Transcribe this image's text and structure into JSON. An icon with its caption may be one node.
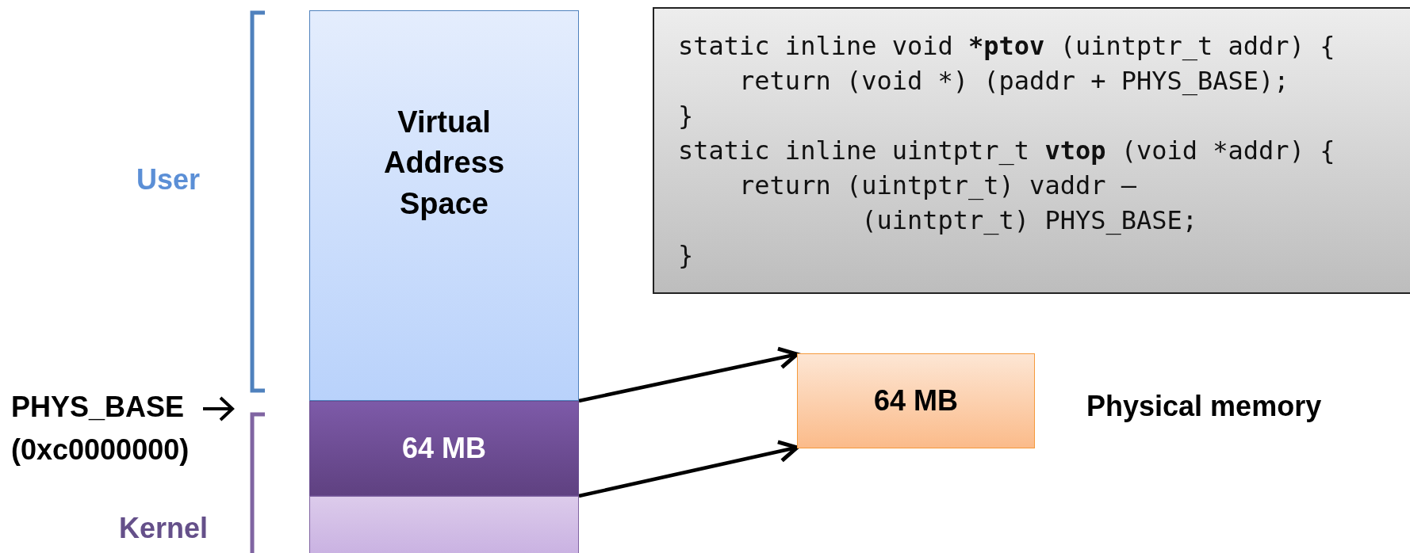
{
  "diagram": {
    "nodes": [
      {
        "text": [
          "Virtual Address Space"
        ]
      },
      {
        "text": [
          "64 MB"
        ]
      },
      {
        "text": [],
        "shape": "box"
      },
      {
        "text": [
          "static inline void ***ptov** (uintptr_t addr) {",
          "    return (void *) (paddr + PHYS_BASE);",
          "}",
          "static inline uintptr_t **vtop** (void *addr) {",
          "    return (uintptr_t) vaddr –",
          "            (uintptr_t) PHYS_BASE;",
          "}"
        ]
      },
      {
        "text": [
          "64 MB"
        ],
        "beside": [
          "Physical memory"
        ]
      }
    ],
    "edges": [
      {
        "from": 1,
        "to": 4,
        "arrow": "to"
      },
      {
        "from": 1,
        "to": 4,
        "arrow": "to"
      }
    ],
    "labels": [
      "User",
      "PHYS_BASE",
      "(0xc0000000)",
      "Kernel"
    ]
  }
}
